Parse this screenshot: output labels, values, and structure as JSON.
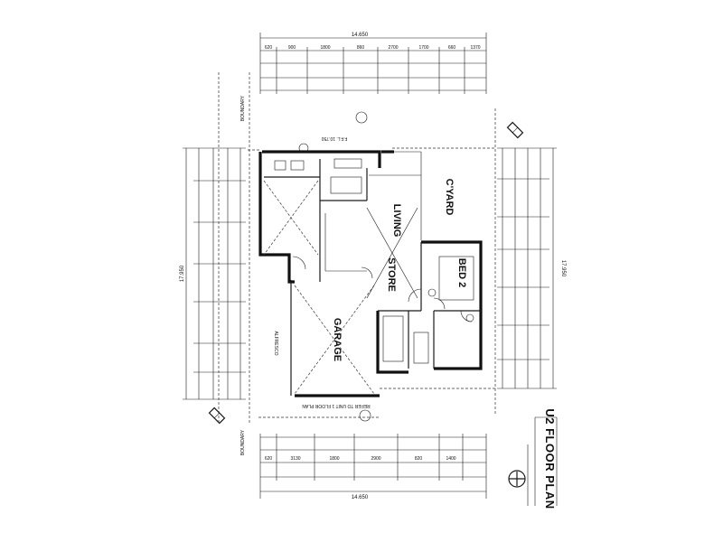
{
  "title": "U2 FLOOR PLAN",
  "rooms": {
    "cyard": "C'YARD",
    "store": "STORE",
    "living": "LIVING",
    "bed": "BED 2",
    "garage": "GARAGE"
  },
  "notes": {
    "top_boundary": "BOUNDARY",
    "fall_note": "F.F.L. 10.750",
    "entry_note": "REFER TO UNIT 1 FLOOR PLAN",
    "porch_note": "ALFRESCO",
    "bottom_boundary": "BOUNDARY"
  },
  "dimensions": {
    "top_overall": "14.650",
    "top_row1": [
      "620",
      "900",
      "1800",
      "860",
      "2700",
      "1700",
      "660",
      "1370"
    ],
    "bottom_overall": "14.650",
    "bottom_row1": [
      "620",
      "3130",
      "1800",
      "2900",
      "820",
      "1400"
    ],
    "left_overall": "17.950",
    "right_overall": "17.950"
  }
}
